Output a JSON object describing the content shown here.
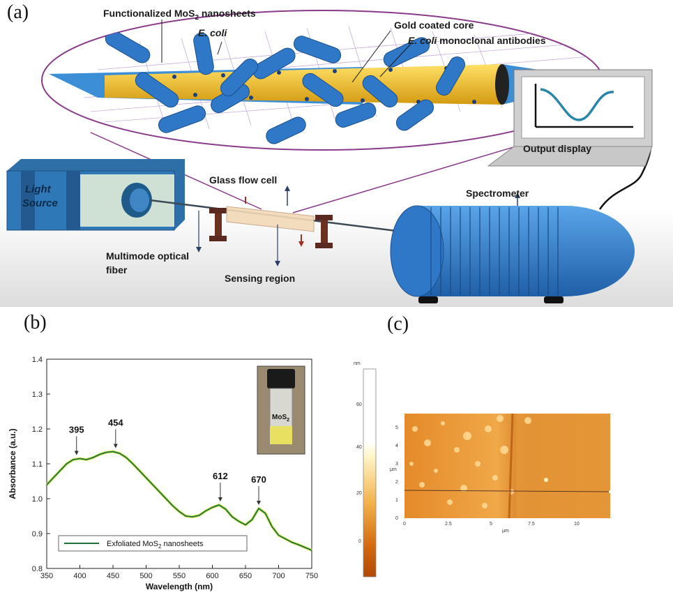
{
  "panels": {
    "a": "(a)",
    "b": "(b)",
    "c": "(c)"
  },
  "setup": {
    "functionalized": "Functionalized MoS",
    "functionalized_sub": "2",
    "functionalized_tail": " nanosheets",
    "ecoli": "E. coli",
    "gold_core": "Gold coated core",
    "ecoli_ab_italic": "E. coli",
    "ecoli_ab_rest": " monoclonal antibodies",
    "light_source_1": "Light",
    "light_source_2": "Source",
    "glass_flow_cell": "Glass flow cell",
    "spectrometer": "Spectrometer",
    "output_display": "Output display",
    "multimode_1": "Multimode optical",
    "multimode_2": "fiber",
    "sensing_region": "Sensing region"
  },
  "colors": {
    "fiber_blue": "#3c8fd6",
    "gold": "#f0c020",
    "curve": "#1f6f3a",
    "curve_glow": "#d4e85a"
  },
  "chart_data": {
    "type": "line",
    "xlabel": "Wavelength (nm)",
    "ylabel": "Absorbance (a.u.)",
    "xlim": [
      350,
      750
    ],
    "ylim": [
      0.8,
      1.4
    ],
    "xticks": [
      "350",
      "400",
      "450",
      "500",
      "550",
      "600",
      "650",
      "700",
      "750"
    ],
    "yticks": [
      "0.8",
      "0.9",
      "1.0",
      "1.1",
      "1.2",
      "1.3",
      "1.4"
    ],
    "series": [
      {
        "name_prefix": "Exfoliated MoS",
        "name_sub": "2",
        "name_suffix": " nanosheets",
        "x": [
          350,
          360,
          370,
          380,
          390,
          400,
          410,
          420,
          430,
          440,
          450,
          460,
          470,
          480,
          490,
          500,
          510,
          520,
          530,
          540,
          550,
          560,
          570,
          580,
          590,
          600,
          610,
          620,
          630,
          640,
          650,
          660,
          670,
          680,
          690,
          700,
          710,
          720,
          730,
          740,
          750
        ],
        "y": [
          1.04,
          1.06,
          1.08,
          1.1,
          1.112,
          1.115,
          1.112,
          1.118,
          1.127,
          1.133,
          1.135,
          1.13,
          1.118,
          1.1,
          1.08,
          1.06,
          1.04,
          1.02,
          1.0,
          0.98,
          0.963,
          0.95,
          0.948,
          0.952,
          0.965,
          0.975,
          0.982,
          0.97,
          0.948,
          0.935,
          0.925,
          0.94,
          0.972,
          0.958,
          0.92,
          0.895,
          0.885,
          0.875,
          0.868,
          0.86,
          0.852
        ]
      }
    ],
    "annotations": [
      {
        "label": "395",
        "x": 395,
        "y": 1.115
      },
      {
        "label": "454",
        "x": 454,
        "y": 1.135
      },
      {
        "label": "612",
        "x": 612,
        "y": 0.982
      },
      {
        "label": "670",
        "x": 670,
        "y": 0.972
      }
    ],
    "inset_label_prefix": "MoS",
    "inset_label_sub": "2",
    "legend_position": "bottom-left"
  },
  "afm": {
    "colorbar_unit": "nm",
    "colorbar_ticks": [
      "60",
      "40",
      "20",
      "0"
    ],
    "x_ticks": [
      "0",
      "2.5",
      "5",
      "7.5",
      "10"
    ],
    "y_ticks": [
      "5",
      "4",
      "3",
      "2",
      "1",
      "0"
    ],
    "x_unit": "μm",
    "y_unit": "μm"
  }
}
